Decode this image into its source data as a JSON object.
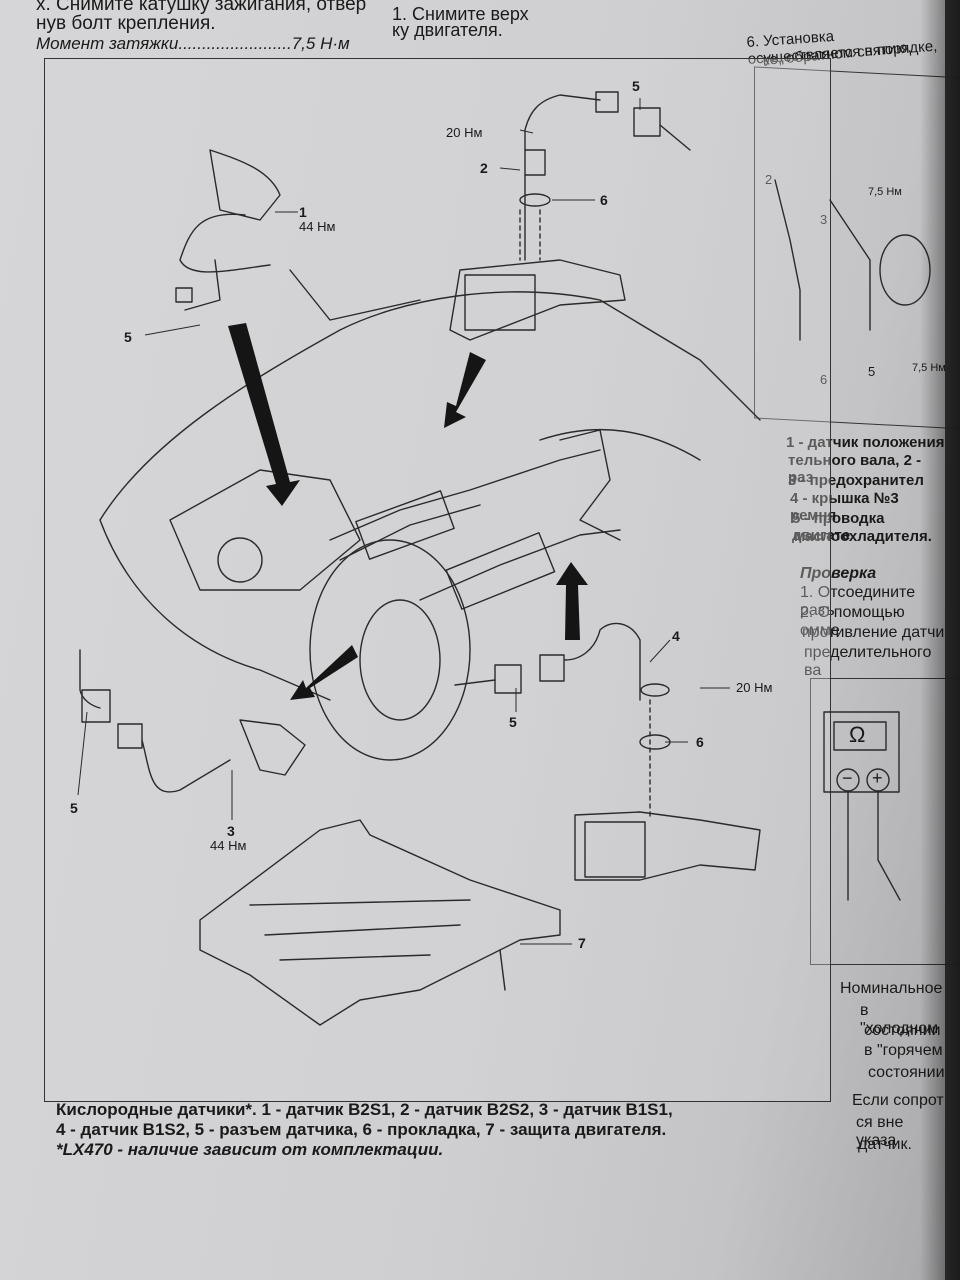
{
  "top_left": {
    "line1": "x. Снимите катушку зажигания, отвер",
    "line2": "нув болт крепления.",
    "torque_label": "Момент затяжки",
    "torque_dots": "........................",
    "torque_value": "7,5 Н·м"
  },
  "top_middle": {
    "line1": "1. Снимите верх",
    "line2": "ку двигателя."
  },
  "right_column": {
    "step6_line1": "6. Установка осуществляется в порядке,",
    "step6_line2": "ке, обратном снятию.",
    "figure_labels": {
      "l2": "2",
      "l3": "3",
      "l6": "6",
      "l5": "5",
      "t1": "7,5 Нм",
      "t2": "7,5 Нм"
    },
    "legend": [
      "1 - датчик положения",
      "тельного вала, 2 - раз",
      "3 - предохранител",
      "4 - крышка №3 ремня",
      "5 - проводка двигате",
      "маслоохладителя."
    ],
    "check_heading": "Проверка",
    "check_lines": [
      "1. Отсоедините разъ",
      "2. С помощью омме",
      "противление датчи",
      "пределительного ва"
    ],
    "meter_symbol": "Ω",
    "meter_minus": "−",
    "meter_plus": "+",
    "bottom_lines": [
      "Номинальное",
      "в \"холодном",
      "состоянии",
      "в \"горячем",
      "состоянии",
      "Если сопрот",
      "ся вне указа",
      "датчик."
    ]
  },
  "diagram_labels": {
    "c1": "1",
    "c1_torque": "44 Нм",
    "c5_top_left": "5",
    "c5_top": "5",
    "c20_top": "20 Нм",
    "c2": "2",
    "c6_top": "6",
    "c4": "4",
    "c20_right": "20 Нм",
    "c5_mid": "5",
    "c6_mid": "6",
    "c5_left": "5",
    "c3": "3",
    "c3_torque": "44 Нм",
    "c7": "7"
  },
  "caption": {
    "line1": "Кислородные датчики*. 1 - датчик B2S1, 2 - датчик B2S2, 3 - датчик B1S1,",
    "line2": "4 - датчик B1S2, 5 - разъем датчика, 6 - прокладка, 7 - защита двигателя.",
    "line3": "*LX470 - наличие зависит от комплектации."
  }
}
